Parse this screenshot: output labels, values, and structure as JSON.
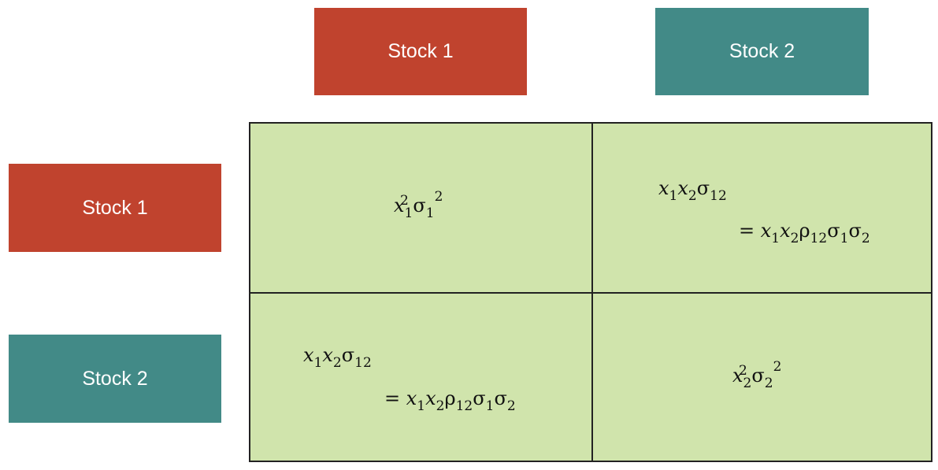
{
  "columns": [
    {
      "label": "Stock 1",
      "color": "#c0432e"
    },
    {
      "label": "Stock 2",
      "color": "#428a87"
    }
  ],
  "rows": [
    {
      "label": "Stock 1",
      "color": "#c0432e"
    },
    {
      "label": "Stock 2",
      "color": "#428a87"
    }
  ],
  "cells": {
    "r1c1": {
      "formula": "x1²σ1²"
    },
    "r1c2": {
      "formula_top": "x1x2σ12",
      "formula_bottom": "= x1x2ρ12σ1σ2"
    },
    "r2c1": {
      "formula_top": "x1x2σ12",
      "formula_bottom": "= x1x2ρ12σ1σ2"
    },
    "r2c2": {
      "formula": "x2²σ2²"
    }
  },
  "grid_color": "#d0e4ac"
}
